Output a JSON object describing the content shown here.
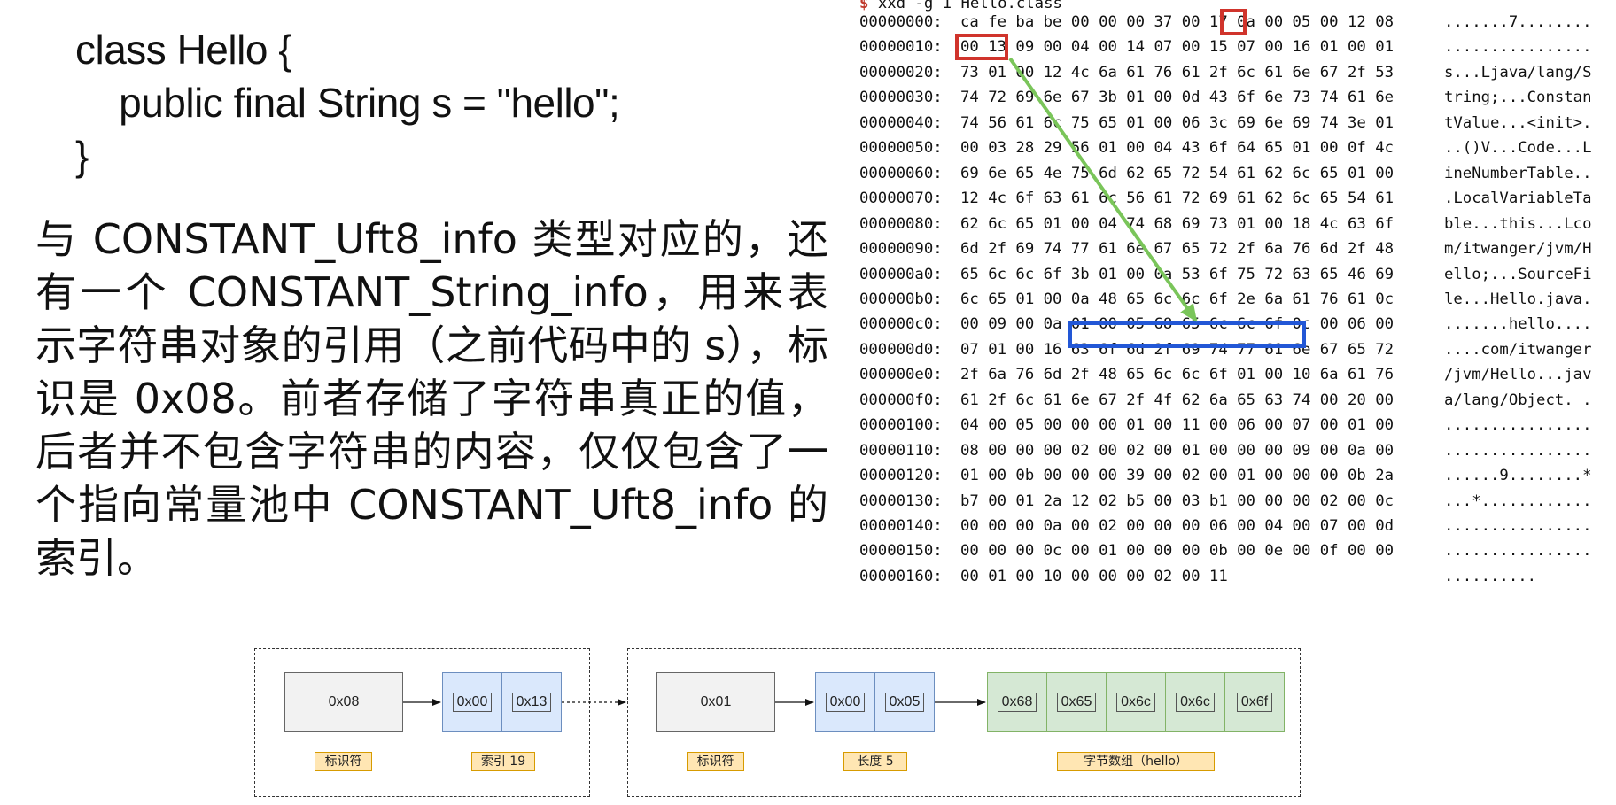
{
  "code": {
    "lines": [
      "class Hello {",
      "    public final String s = \"hello\";",
      "}"
    ]
  },
  "paragraph": "与 CONSTANT_Uft8_info 类型对应的，还有一个 CONSTANT_String_info，用来表示字符串对象的引用（之前代码中的 s），标识是 0x08。前者存储了字符串真正的值，后者并不包含字符串的内容，仅仅包含了一个指向常量池中 CONSTANT_Uft8_info 的索引。",
  "hexdump": {
    "prompt": "$",
    "command": "xxd -g 1 Hello.class",
    "rows": [
      {
        "offset": "00000000:",
        "bytes": "ca fe ba be 00 00 00 37 00 17 0a 00 05 00 12 08",
        "ascii": ".......7........"
      },
      {
        "offset": "00000010:",
        "bytes": "00 13 09 00 04 00 14 07 00 15 07 00 16 01 00 01",
        "ascii": "................"
      },
      {
        "offset": "00000020:",
        "bytes": "73 01 00 12 4c 6a 61 76 61 2f 6c 61 6e 67 2f 53",
        "ascii": "s...Ljava/lang/S"
      },
      {
        "offset": "00000030:",
        "bytes": "74 72 69 6e 67 3b 01 00 0d 43 6f 6e 73 74 61 6e",
        "ascii": "tring;...Constan"
      },
      {
        "offset": "00000040:",
        "bytes": "74 56 61 6c 75 65 01 00 06 3c 69 6e 69 74 3e 01",
        "ascii": "tValue...<init>."
      },
      {
        "offset": "00000050:",
        "bytes": "00 03 28 29 56 01 00 04 43 6f 64 65 01 00 0f 4c",
        "ascii": "..()V...Code...L"
      },
      {
        "offset": "00000060:",
        "bytes": "69 6e 65 4e 75 6d 62 65 72 54 61 62 6c 65 01 00",
        "ascii": "ineNumberTable.."
      },
      {
        "offset": "00000070:",
        "bytes": "12 4c 6f 63 61 6c 56 61 72 69 61 62 6c 65 54 61",
        "ascii": ".LocalVariableTa"
      },
      {
        "offset": "00000080:",
        "bytes": "62 6c 65 01 00 04 74 68 69 73 01 00 18 4c 63 6f",
        "ascii": "ble...this...Lco"
      },
      {
        "offset": "00000090:",
        "bytes": "6d 2f 69 74 77 61 6e 67 65 72 2f 6a 76 6d 2f 48",
        "ascii": "m/itwanger/jvm/H"
      },
      {
        "offset": "000000a0:",
        "bytes": "65 6c 6c 6f 3b 01 00 0a 53 6f 75 72 63 65 46 69",
        "ascii": "ello;...SourceFi"
      },
      {
        "offset": "000000b0:",
        "bytes": "6c 65 01 00 0a 48 65 6c 6c 6f 2e 6a 61 76 61 0c",
        "ascii": "le...Hello.java."
      },
      {
        "offset": "000000c0:",
        "bytes": "00 09 00 0a 01 00 05 68 65 6c 6c 6f 0c 00 06 00",
        "ascii": ".......hello...."
      },
      {
        "offset": "000000d0:",
        "bytes": "07 01 00 16 63 6f 6d 2f 69 74 77 61 6e 67 65 72",
        "ascii": "....com/itwanger"
      },
      {
        "offset": "000000e0:",
        "bytes": "2f 6a 76 6d 2f 48 65 6c 6c 6f 01 00 10 6a 61 76",
        "ascii": "/jvm/Hello...jav"
      },
      {
        "offset": "000000f0:",
        "bytes": "61 2f 6c 61 6e 67 2f 4f 62 6a 65 63 74 00 20 00",
        "ascii": "a/lang/Object. ."
      },
      {
        "offset": "00000100:",
        "bytes": "04 00 05 00 00 00 01 00 11 00 06 00 07 00 01 00",
        "ascii": "................"
      },
      {
        "offset": "00000110:",
        "bytes": "08 00 00 00 02 00 02 00 01 00 00 00 09 00 0a 00",
        "ascii": "................"
      },
      {
        "offset": "00000120:",
        "bytes": "01 00 0b 00 00 00 39 00 02 00 01 00 00 00 0b 2a",
        "ascii": "......9........*"
      },
      {
        "offset": "00000130:",
        "bytes": "b7 00 01 2a 12 02 b5 00 03 b1 00 00 00 02 00 0c",
        "ascii": "...*............"
      },
      {
        "offset": "00000140:",
        "bytes": "00 00 00 0a 00 02 00 00 00 06 00 04 00 07 00 0d",
        "ascii": "................"
      },
      {
        "offset": "00000150:",
        "bytes": "00 00 00 0c 00 01 00 00 00 0b 00 0e 00 0f 00 00",
        "ascii": "................"
      },
      {
        "offset": "00000160:",
        "bytes": "00 01 00 10 00 00 00 02 00 11",
        "ascii": ".........."
      }
    ]
  },
  "diagram": {
    "string_info": {
      "tag_value": "0x08",
      "index_bytes": [
        "0x00",
        "0x13"
      ],
      "tag_label": "标识符",
      "index_label": "索引 19"
    },
    "utf8_info": {
      "tag_value": "0x01",
      "length_bytes": [
        "0x00",
        "0x05"
      ],
      "data_bytes": [
        "0x68",
        "0x65",
        "0x6c",
        "0x6c",
        "0x6f"
      ],
      "tag_label": "标识符",
      "length_label": "长度 5",
      "data_label": "字节数组（hello）"
    }
  },
  "colors": {
    "highlight_red": "#d0342c",
    "highlight_blue": "#2257d6",
    "arrow_green": "#7ac55a",
    "prompt_red": "#c0392b"
  }
}
